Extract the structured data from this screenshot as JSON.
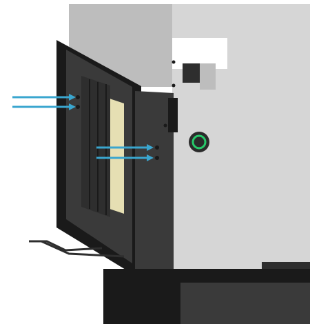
{
  "colors": {
    "background": "#ffffff",
    "housing_light": "#d6d6d6",
    "housing_mid": "#bdbdbd",
    "frame_dark": "#2e2e2e",
    "frame_black": "#1a1a1a",
    "door_dark": "#3a3a3a",
    "glass_panel": "#e6dfb3",
    "arrow": "#3aa6cf",
    "knob_ring": "#27c96a",
    "knob_body": "#2b2b2b"
  },
  "annotations": {
    "arrows": [
      {
        "name": "arrow-upper-1",
        "points_to": "frame-screw-upper"
      },
      {
        "name": "arrow-upper-2",
        "points_to": "frame-screw-upper"
      },
      {
        "name": "arrow-mid-1",
        "points_to": "door-screw-mid"
      },
      {
        "name": "arrow-mid-2",
        "points_to": "door-screw-mid"
      }
    ]
  },
  "icons": {
    "control_knob": "control-knob-icon"
  }
}
